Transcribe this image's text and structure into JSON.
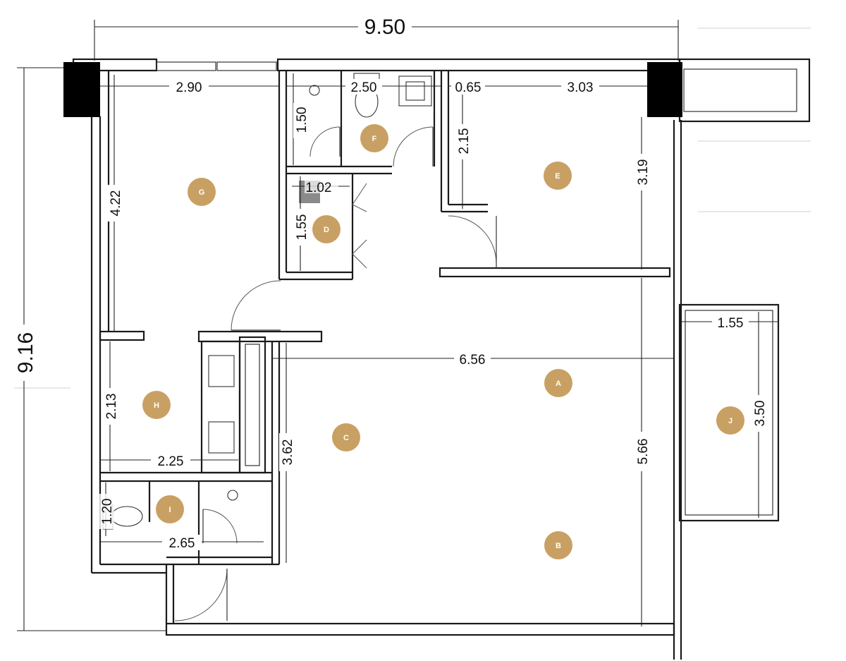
{
  "colors": {
    "wall": "#1a1a1a",
    "column": "#000000",
    "room_badge": "#c9a063",
    "room_badge_text": "#ffffff",
    "stair_fill": "#8a8a8a",
    "dimension": "#222222"
  },
  "overall": {
    "width_label": "9.50",
    "height_label": "9.16"
  },
  "dimensions": {
    "g_width": "2.90",
    "f_width": "2.50",
    "e_gap": "0.65",
    "e_width": "3.03",
    "f_height": "1.50",
    "e_height_left": "2.15",
    "e_height_right": "3.19",
    "g_height": "4.22",
    "d_width": "1.02",
    "d_height": "1.55",
    "a_width": "6.56",
    "j_width": "1.55",
    "j_height": "3.50",
    "h_height": "2.13",
    "c_height": "3.62",
    "ab_height": "5.66",
    "h_width": "2.25",
    "i_height": "1.20",
    "i_width": "2.65"
  },
  "rooms": {
    "A": "A",
    "B": "B",
    "C": "C",
    "D": "D",
    "E": "E",
    "F": "F",
    "G": "G",
    "H": "H",
    "I": "I",
    "J": "J"
  },
  "icons": {
    "column": "column-icon",
    "door": "door-swing-icon",
    "toilet": "toilet-icon",
    "sink": "sink-icon",
    "stair": "stair-icon"
  }
}
